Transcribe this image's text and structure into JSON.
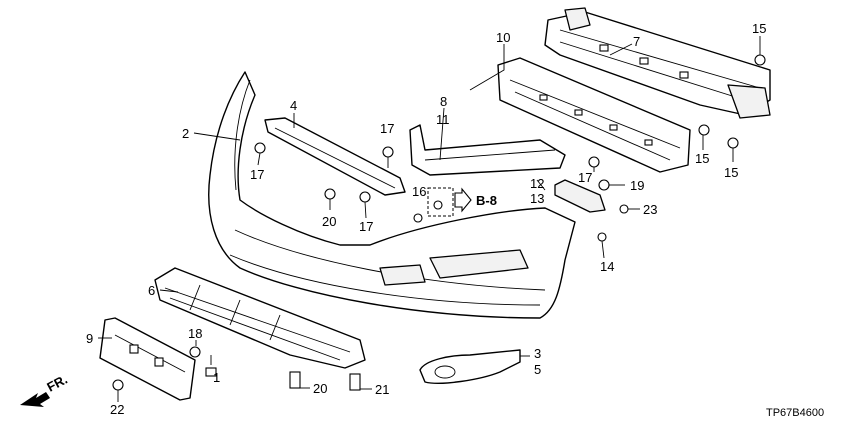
{
  "diagram": {
    "callouts": [
      {
        "id": "c1",
        "text": "1"
      },
      {
        "id": "c2",
        "text": "2"
      },
      {
        "id": "c3",
        "text": "3"
      },
      {
        "id": "c4",
        "text": "4"
      },
      {
        "id": "c5",
        "text": "5"
      },
      {
        "id": "c6",
        "text": "6"
      },
      {
        "id": "c7",
        "text": "7"
      },
      {
        "id": "c8",
        "text": "8"
      },
      {
        "id": "c9",
        "text": "9"
      },
      {
        "id": "c10",
        "text": "10"
      },
      {
        "id": "c11",
        "text": "11"
      },
      {
        "id": "c12",
        "text": "12"
      },
      {
        "id": "c13",
        "text": "13"
      },
      {
        "id": "c14",
        "text": "14"
      },
      {
        "id": "c15a",
        "text": "15"
      },
      {
        "id": "c15b",
        "text": "15"
      },
      {
        "id": "c15c",
        "text": "15"
      },
      {
        "id": "c16",
        "text": "16"
      },
      {
        "id": "c17a",
        "text": "17"
      },
      {
        "id": "c17b",
        "text": "17"
      },
      {
        "id": "c17c",
        "text": "17"
      },
      {
        "id": "c17d",
        "text": "17"
      },
      {
        "id": "c18",
        "text": "18"
      },
      {
        "id": "c19",
        "text": "19"
      },
      {
        "id": "c20a",
        "text": "20"
      },
      {
        "id": "c20b",
        "text": "20"
      },
      {
        "id": "c21",
        "text": "21"
      },
      {
        "id": "c22",
        "text": "22"
      },
      {
        "id": "c23",
        "text": "23"
      }
    ],
    "reference_label": "B-8",
    "direction_label": "FR.",
    "drawing_code": "TP67B4600"
  }
}
